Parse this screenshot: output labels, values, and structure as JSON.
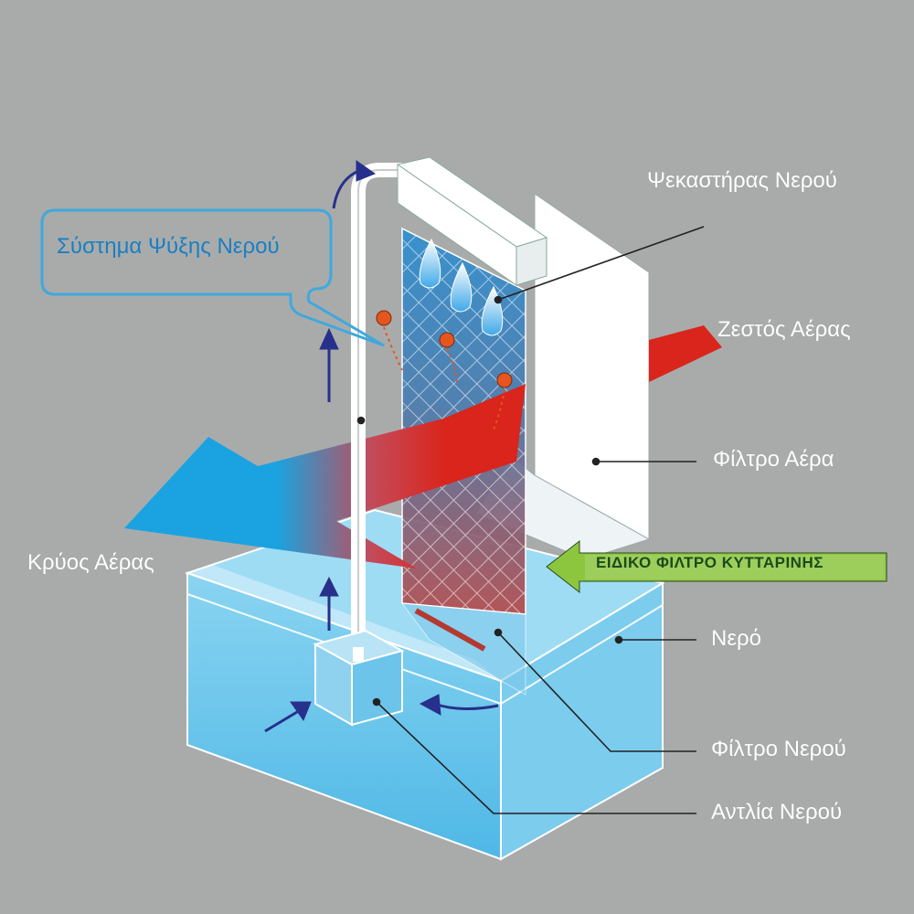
{
  "colors": {
    "background": "#a9abab",
    "water": "#6fc8ea",
    "cold_air": "#1aa3e0",
    "hot_air": "#d9251c",
    "arrow": "#27308a",
    "green_label_bg": "#8cc63f",
    "callout_border": "#3fa9dc"
  },
  "labels": {
    "sprinkler": "Ψεκαστήρας Νερού",
    "hot_air": "Ζεστός Αέρας",
    "air_filter": "Φίλτρο Αέρα",
    "cold_air": "Κρύος Αέρας",
    "water": "Νερό",
    "water_filter": "Φίλτρο Νερού",
    "water_pump": "Αντλία Νερού",
    "cooling_system": "Σύστημα Ψύξης Νερού",
    "cellulose_filter": "ΕΙΔΙΚΟ ΦΙΛΤΡΟ ΚΥΤΤΑΡΙΝΗΣ"
  },
  "icons": [
    "water-drop-icon",
    "flow-arrow-icon",
    "air-arrow-icon"
  ]
}
